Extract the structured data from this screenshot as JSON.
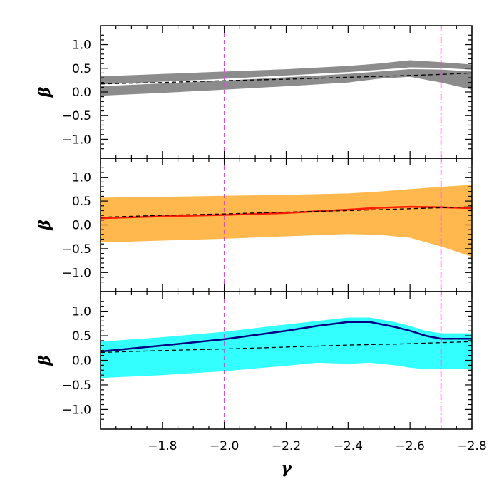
{
  "chart_data": [
    {
      "type": "area",
      "panel": "top",
      "ylabel": "β",
      "xlim": [
        -1.6,
        -2.8
      ],
      "ylim": [
        -1.4,
        1.4
      ],
      "xticks": [
        -1.8,
        -2.0,
        -2.2,
        -2.4,
        -2.6,
        -2.8
      ],
      "yticks": [
        1.0,
        0.5,
        0.0,
        -0.5,
        -1.0
      ],
      "band_color": "#8c8c8c",
      "line_color": "#ffffff",
      "x": [
        -1.6,
        -1.8,
        -2.0,
        -2.2,
        -2.4,
        -2.5,
        -2.6,
        -2.7,
        -2.8
      ],
      "band_upper": [
        0.33,
        0.38,
        0.43,
        0.48,
        0.55,
        0.6,
        0.67,
        0.63,
        0.58
      ],
      "band_lower": [
        -0.08,
        -0.02,
        0.05,
        0.12,
        0.2,
        0.28,
        0.32,
        0.2,
        0.05
      ],
      "line": [
        0.14,
        0.2,
        0.26,
        0.33,
        0.4,
        0.45,
        0.5,
        0.49,
        0.45
      ],
      "dashed_line": [
        0.17,
        0.2,
        0.24,
        0.27,
        0.31,
        0.33,
        0.35,
        0.37,
        0.4
      ],
      "vlines": [
        {
          "x": -2.0,
          "style": "dashed",
          "color": "#ff33ff"
        },
        {
          "x": -2.7,
          "style": "dashdot",
          "color": "#ff33ff"
        }
      ]
    },
    {
      "type": "area",
      "panel": "middle",
      "ylabel": "β",
      "xlim": [
        -1.6,
        -2.8
      ],
      "ylim": [
        -1.4,
        1.4
      ],
      "xticks": [
        -1.8,
        -2.0,
        -2.2,
        -2.4,
        -2.6,
        -2.8
      ],
      "yticks": [
        1.0,
        0.5,
        0.0,
        -0.5,
        -1.0
      ],
      "band_color": "#ffb84d",
      "line_color": "#ff1a00",
      "x": [
        -1.6,
        -1.8,
        -2.0,
        -2.2,
        -2.4,
        -2.5,
        -2.6,
        -2.7,
        -2.8
      ],
      "band_upper": [
        0.57,
        0.59,
        0.61,
        0.63,
        0.66,
        0.7,
        0.75,
        0.8,
        0.84
      ],
      "band_lower": [
        -0.37,
        -0.33,
        -0.29,
        -0.24,
        -0.19,
        -0.21,
        -0.27,
        -0.45,
        -0.67
      ],
      "line": [
        0.14,
        0.18,
        0.21,
        0.25,
        0.32,
        0.36,
        0.38,
        0.37,
        0.35
      ],
      "dashed_line": [
        0.16,
        0.2,
        0.23,
        0.27,
        0.3,
        0.32,
        0.34,
        0.36,
        0.38
      ],
      "vlines": [
        {
          "x": -2.0,
          "style": "dashed",
          "color": "#ff33ff"
        },
        {
          "x": -2.7,
          "style": "dashdot",
          "color": "#ff33ff"
        }
      ]
    },
    {
      "type": "area",
      "panel": "bottom",
      "ylabel": "β",
      "xlabel": "γ",
      "xlim": [
        -1.6,
        -2.8
      ],
      "ylim": [
        -1.4,
        1.4
      ],
      "xticks": [
        -1.8,
        -2.0,
        -2.2,
        -2.4,
        -2.6,
        -2.8
      ],
      "yticks": [
        1.0,
        0.5,
        0.0,
        -0.5,
        -1.0
      ],
      "band_color": "#33ffff",
      "line_color": "#000080",
      "x": [
        -1.6,
        -1.8,
        -2.0,
        -2.2,
        -2.3,
        -2.4,
        -2.47,
        -2.55,
        -2.6,
        -2.65,
        -2.7,
        -2.8
      ],
      "band_upper": [
        0.38,
        0.47,
        0.58,
        0.73,
        0.8,
        0.87,
        0.87,
        0.78,
        0.7,
        0.6,
        0.55,
        0.55
      ],
      "band_lower": [
        -0.36,
        -0.3,
        -0.22,
        -0.11,
        -0.05,
        -0.07,
        -0.05,
        -0.1,
        -0.15,
        -0.18,
        -0.18,
        -0.18
      ],
      "line": [
        0.18,
        0.3,
        0.43,
        0.6,
        0.7,
        0.78,
        0.78,
        0.68,
        0.6,
        0.5,
        0.44,
        0.44
      ],
      "dashed_line": [
        0.16,
        0.2,
        0.23,
        0.27,
        0.29,
        0.31,
        0.32,
        0.33,
        0.34,
        0.35,
        0.36,
        0.38
      ],
      "vlines": [
        {
          "x": -2.0,
          "style": "dashed",
          "color": "#ff33ff"
        },
        {
          "x": -2.7,
          "style": "dashdot",
          "color": "#ff33ff"
        }
      ]
    }
  ]
}
